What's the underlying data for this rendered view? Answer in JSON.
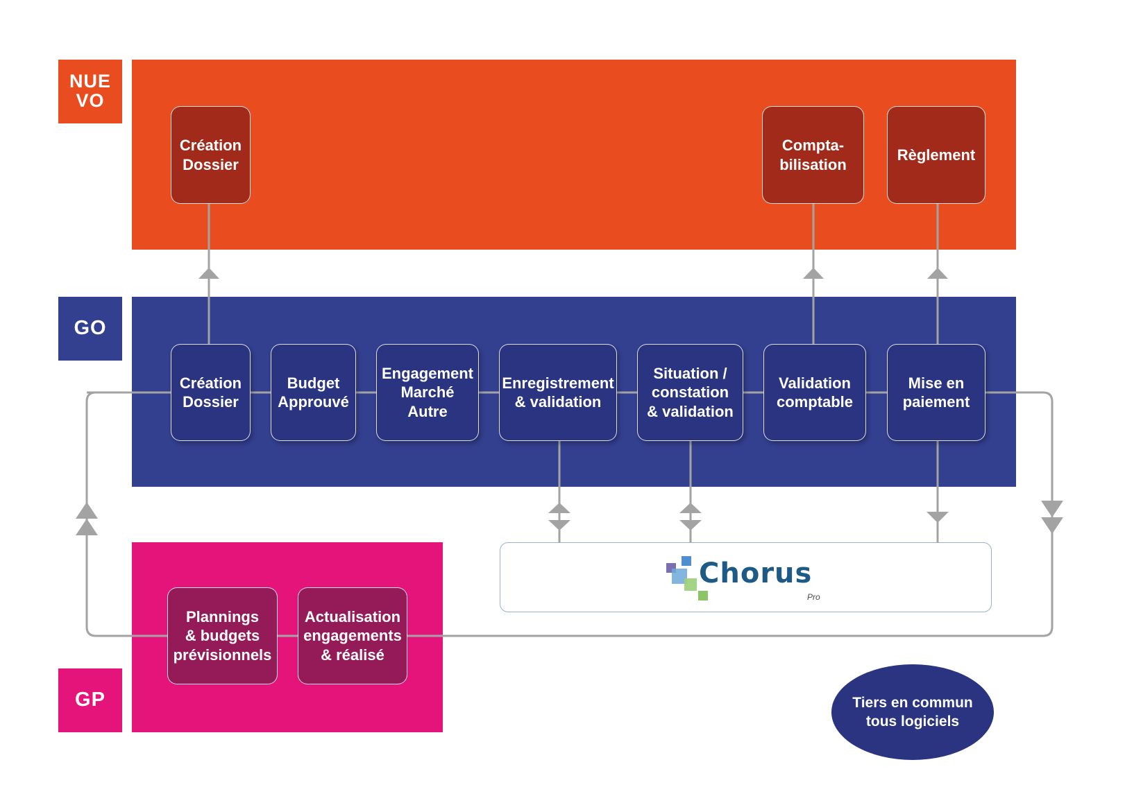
{
  "colors": {
    "nuevo": "#e84c1f",
    "go": "#333f8f",
    "gp": "#e4147a",
    "connector": "#a3a3a3",
    "chorus_blue": "#1d5a85"
  },
  "nuevo": {
    "tag": "NUE\nVO",
    "boxes": [
      {
        "label": "Création\nDossier"
      },
      {
        "label": "Compta-\nbilisation"
      },
      {
        "label": "Règlement"
      }
    ]
  },
  "go": {
    "tag": "GO",
    "boxes": [
      {
        "label": "Création\nDossier"
      },
      {
        "label": "Budget\nApprouvé"
      },
      {
        "label": "Engagement\nMarché\nAutre"
      },
      {
        "label": "Enregistrement\n& validation"
      },
      {
        "label": "Situation /\nconstation\n& validation"
      },
      {
        "label": "Validation\ncomptable"
      },
      {
        "label": "Mise en\npaiement"
      }
    ]
  },
  "gp": {
    "tag": "GP",
    "boxes": [
      {
        "label": "Plannings\n& budgets\nprévisionnels"
      },
      {
        "label": "Actualisation\nengagements\n& réalisé"
      }
    ]
  },
  "chorus": {
    "logo_text": "Chorus",
    "logo_sub": "Pro",
    "logo_icon": "chorus-squares-icon"
  },
  "tiers": {
    "label": "Tiers en commun\ntous logiciels"
  }
}
